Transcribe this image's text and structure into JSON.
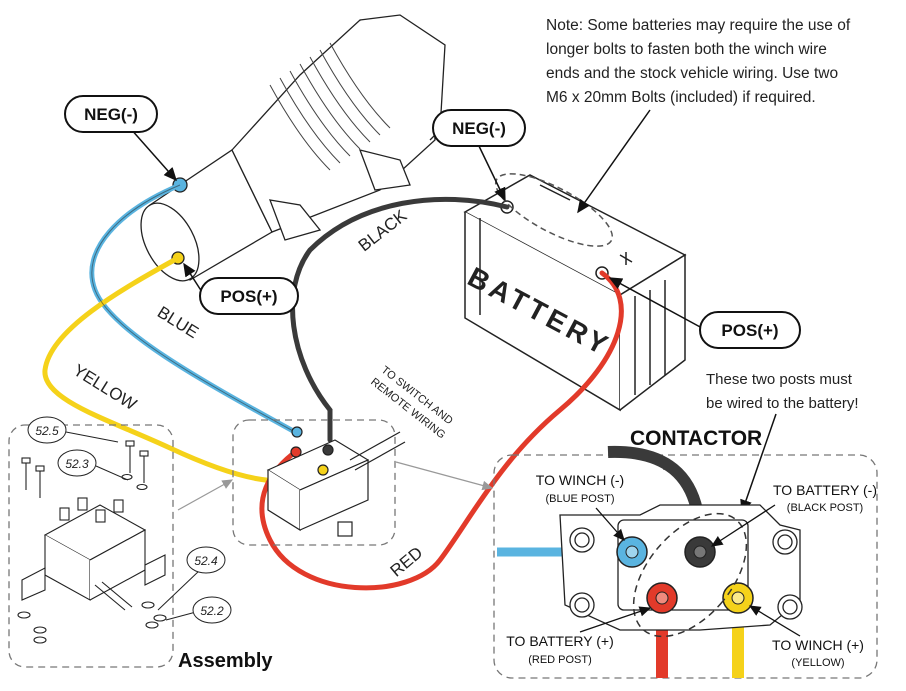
{
  "note": "Note: Some batteries may require the use of\nlonger bolts to fasten both the winch wire\nends and the stock vehicle wiring. Use two\nM6 x 20mm Bolts (included) if required.",
  "callouts": {
    "neg_winch": "NEG(-)",
    "pos_winch": "POS(+)",
    "neg_battery": "NEG(-)",
    "pos_battery": "POS(+)"
  },
  "wires": {
    "blue": "BLUE",
    "yellow": "YELLOW",
    "black": "BLACK",
    "red": "RED"
  },
  "battery_label": "BATTERY",
  "switch_label_line1": "TO SWITCH AND",
  "switch_label_line2": "REMOTE WIRING",
  "battery_warning_line1": "These two posts must",
  "battery_warning_line2": "be wired to the battery!",
  "contactor": {
    "title": "CONTACTOR",
    "to_winch_neg": "TO WINCH (-)",
    "blue_post": "(BLUE POST)",
    "to_battery_neg": "TO BATTERY (-)",
    "black_post": "(BLACK POST)",
    "to_battery_pos": "TO BATTERY (+)",
    "red_post": "(RED POST)",
    "to_winch_pos": "TO WINCH (+)",
    "yellow_post": "(YELLOW)"
  },
  "assembly": {
    "title": "Assembly",
    "parts": [
      "52.5",
      "52.3",
      "52.4",
      "52.2"
    ]
  },
  "colors": {
    "blue": "#5ab4e0",
    "yellow": "#f5d21a",
    "black": "#3a3a3a",
    "red": "#e23a2a",
    "outline": "#222222",
    "dash": "#666666"
  }
}
